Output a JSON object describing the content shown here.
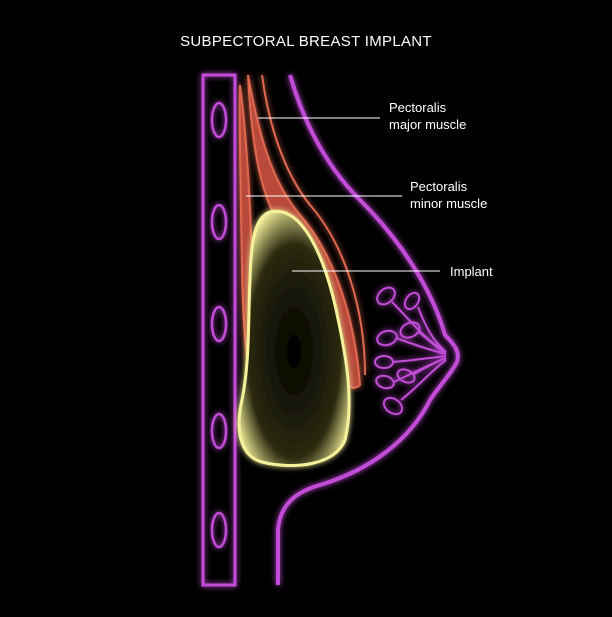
{
  "title": "SUBPECTORAL BREAST IMPLANT",
  "labels": {
    "major": {
      "line1": "Pectoralis",
      "line2": "major muscle"
    },
    "minor": {
      "line1": "Pectoralis",
      "line2": "minor muscle"
    },
    "implant": {
      "line1": "Implant"
    }
  },
  "colors": {
    "background": "#000000",
    "outline": "#c24cd8",
    "muscle": "#e0674f",
    "implant": "#f6f29c",
    "text": "#ffffff"
  }
}
